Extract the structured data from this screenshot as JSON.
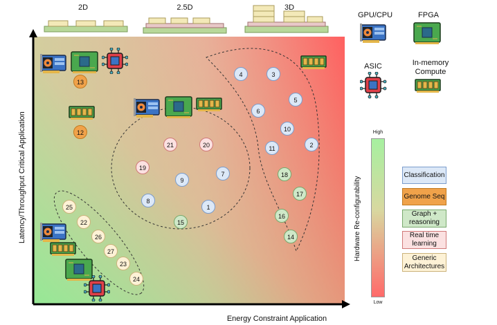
{
  "header": {
    "pkg_2d": "2D",
    "pkg_25d": "2.5D",
    "pkg_3d": "3D"
  },
  "axes": {
    "x_label": "Energy Constraint Application",
    "y_label": "Latency/Throughput Critical Application"
  },
  "hw_types": {
    "gpu_cpu": "GPU/CPU",
    "fpga": "FPGA",
    "asic": "ASIC",
    "in_memory_1": "In-memory",
    "in_memory_2": "Compute"
  },
  "reconfig": {
    "title": "Hardware Re-configurability",
    "high": "High",
    "low": "Low"
  },
  "legend": {
    "classification": "Classification",
    "genome": "Genome Seq",
    "graph_1": "Graph +",
    "graph_2": "reasoning",
    "rt_1": "Real time",
    "rt_2": "learning",
    "gen_1": "Generic",
    "gen_2": "Architectures"
  },
  "nodes": {
    "n1": "1",
    "n2": "2",
    "n3": "3",
    "n4": "4",
    "n5": "5",
    "n6": "6",
    "n7": "7",
    "n8": "8",
    "n9": "9",
    "n10": "10",
    "n11": "11",
    "n12": "12",
    "n13": "13",
    "n14": "14",
    "n15": "15",
    "n16": "16",
    "n17": "17",
    "n18": "18",
    "n19": "19",
    "n20": "20",
    "n21": "21",
    "n22": "22",
    "n23": "23",
    "n24": "24",
    "n25": "25",
    "n26": "26",
    "n27": "27"
  },
  "colors": {
    "classification": "#dce8f7",
    "genome": "#f0a24a",
    "graph": "#cfe8c8",
    "realtime": "#fbe1e1",
    "generic": "#fdf2d6"
  },
  "icons": [
    "gpu-card-icon",
    "fpga-board-icon",
    "asic-chip-icon",
    "memory-module-icon",
    "chip-package-icon"
  ]
}
